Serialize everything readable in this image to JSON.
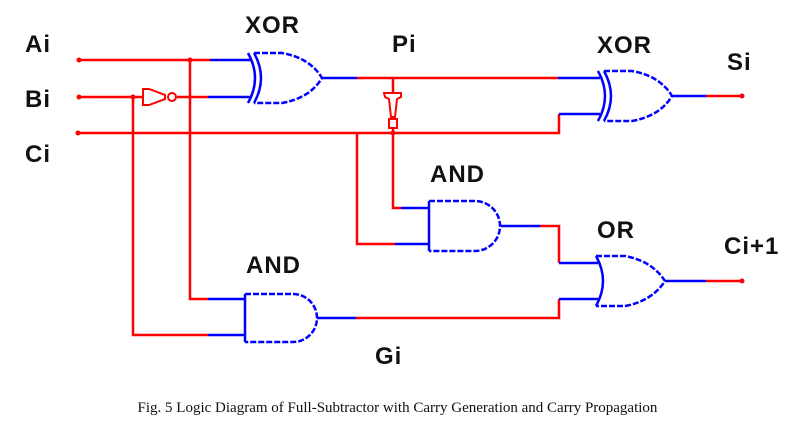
{
  "diagram": {
    "inputs": [
      "Ai",
      "Bi",
      "Ci"
    ],
    "outputs": [
      "Si",
      "Ci+1"
    ],
    "signals": {
      "propagate": "Pi",
      "generate": "Gi"
    },
    "gates": {
      "xor1": "XOR",
      "xor2": "XOR",
      "and1": "AND",
      "and2": "AND",
      "or1": "OR"
    },
    "colors": {
      "wire": "#ff0000",
      "gate": "#0000ff",
      "text": "#111111"
    }
  },
  "caption": "Fig. 5 Logic Diagram of Full-Subtractor with Carry Generation and Carry Propagation"
}
